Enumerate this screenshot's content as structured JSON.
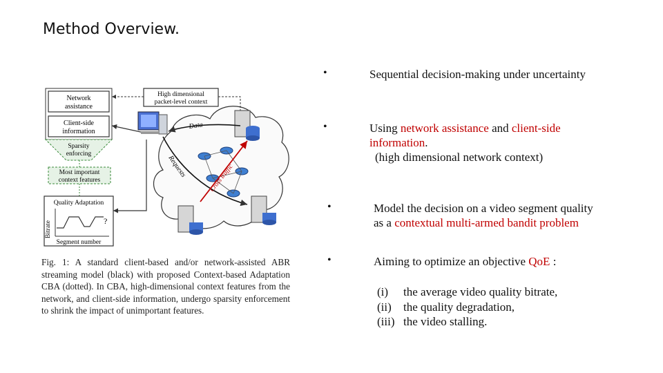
{
  "title": "Method Overview.",
  "bullets": [
    {
      "marker": "•",
      "text": "Sequential decision-making under uncertainty"
    },
    {
      "marker": "•",
      "pre": "Using ",
      "hl1": "network assistance",
      "mid": " and ",
      "hl2": "client-side information",
      "post": ".",
      "line2": "(high dimensional network context)"
    },
    {
      "marker": "•",
      "line1": "Model the decision on a video segment quality",
      "pre2": "as a ",
      "hl": "contextual multi-armed bandit problem"
    },
    {
      "marker": "•",
      "pre": "Aiming to optimize an objective ",
      "hl": "QoE",
      "post": " :"
    }
  ],
  "objectives": [
    {
      "num": "(i)",
      "text": "the average video quality bitrate,"
    },
    {
      "num": "(ii)",
      "text": "the quality degradation,"
    },
    {
      "num": "(iii)",
      "text": "the video stalling."
    }
  ],
  "figure": {
    "box_network": "Network assistance",
    "box_network_l1": "Network",
    "box_network_l2": "assistance",
    "box_client_l1": "Client-side",
    "box_client_l2": "information",
    "sparsity_l1": "Sparsity",
    "sparsity_l2": "enforcing",
    "important_l1": "Most important",
    "important_l2": "context features",
    "quality_adaptation": "Quality Adaptation",
    "bitrate": "Bitrate",
    "segment_number": "Segment number",
    "qmark": "?",
    "hd_l1": "High dimensional",
    "hd_l2": "packet-level context",
    "data": "Data",
    "requests": "Requests",
    "cross_traffic": "Cross traffic",
    "caption": "Fig. 1: A standard client-based and/or network-assisted ABR streaming model (black) with proposed Context-based Adaptation CBA (dotted). In CBA, high-dimensional context features from the network, and client-side information, undergo sparsity enforcement to shrink the impact of unimportant features."
  }
}
